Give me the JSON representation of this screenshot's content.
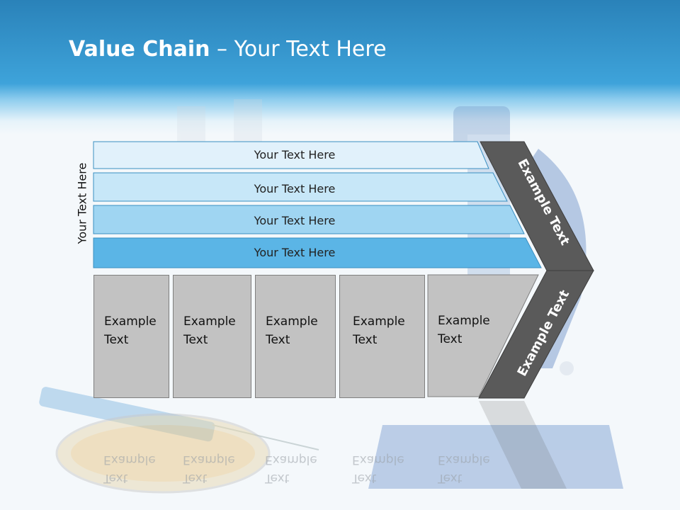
{
  "title": {
    "bold": "Value Chain",
    "rest": " – Your Text Here"
  },
  "side_label": "Your Text Here",
  "bands": [
    "Your Text Here",
    "Your Text Here",
    "Your Text Here",
    "Your Text Here"
  ],
  "boxes": [
    {
      "line1": "Example",
      "line2": "Text"
    },
    {
      "line1": "Example",
      "line2": "Text"
    },
    {
      "line1": "Example",
      "line2": "Text"
    },
    {
      "line1": "Example",
      "line2": "Text"
    },
    {
      "line1": "Example",
      "line2": "Text"
    }
  ],
  "chevron": {
    "upper": "Example Text",
    "lower": "Example Text"
  },
  "colors": {
    "header": "#3ea3da",
    "band1": "#e1f1fb",
    "band2": "#c7e7f8",
    "band3": "#9fd5f2",
    "band4": "#5bb5e6",
    "box": "#c2c2c2",
    "chevron": "#5a5a5a"
  }
}
